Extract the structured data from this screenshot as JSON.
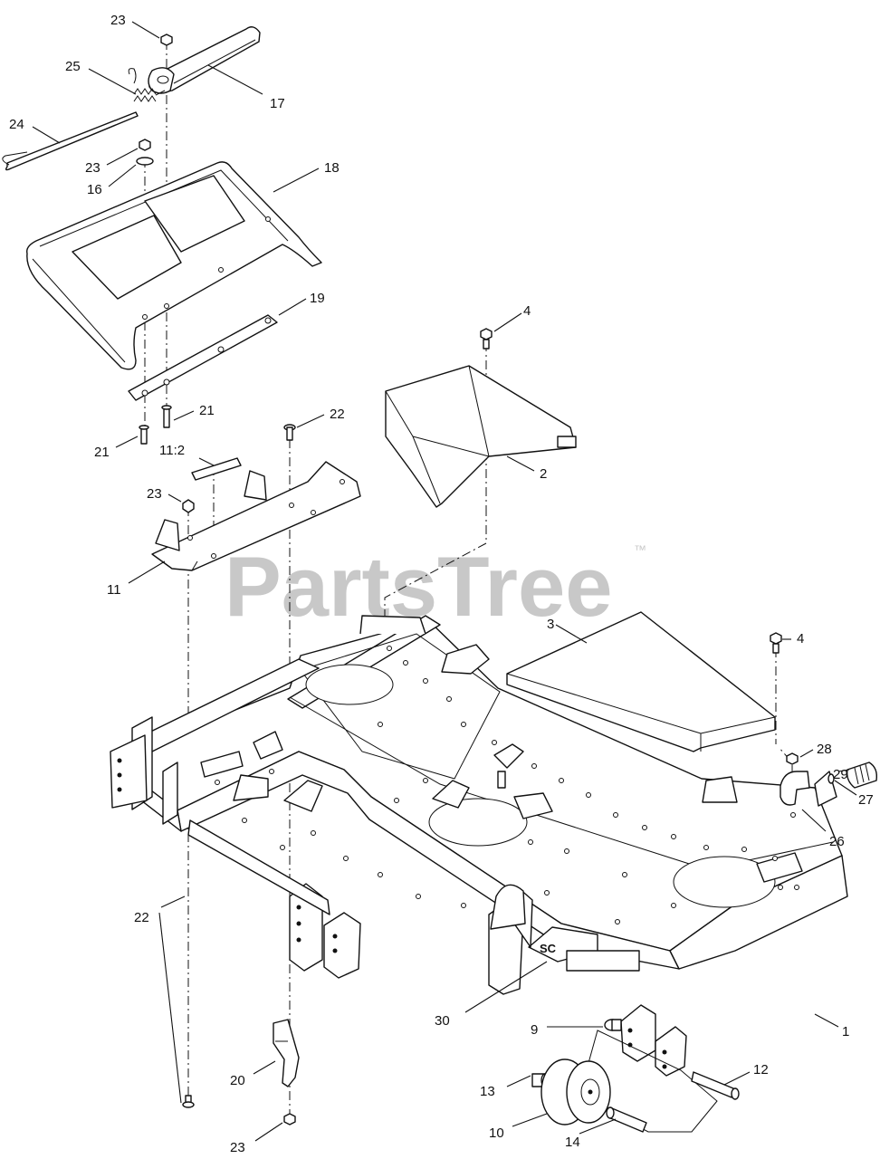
{
  "watermark": {
    "text": "PartsTree",
    "trademark": "™"
  },
  "callouts": [
    {
      "id": "c-23a",
      "label": "23"
    },
    {
      "id": "c-25",
      "label": "25"
    },
    {
      "id": "c-17",
      "label": "17"
    },
    {
      "id": "c-24",
      "label": "24"
    },
    {
      "id": "c-23b",
      "label": "23"
    },
    {
      "id": "c-16",
      "label": "16"
    },
    {
      "id": "c-18",
      "label": "18"
    },
    {
      "id": "c-19",
      "label": "19"
    },
    {
      "id": "c-4a",
      "label": "4"
    },
    {
      "id": "c-21a",
      "label": "21"
    },
    {
      "id": "c-21b",
      "label": "21"
    },
    {
      "id": "c-22a",
      "label": "22"
    },
    {
      "id": "c-11-2",
      "label": "11:2"
    },
    {
      "id": "c-2",
      "label": "2"
    },
    {
      "id": "c-23c",
      "label": "23"
    },
    {
      "id": "c-11",
      "label": "11"
    },
    {
      "id": "c-3",
      "label": "3"
    },
    {
      "id": "c-4b",
      "label": "4"
    },
    {
      "id": "c-28",
      "label": "28"
    },
    {
      "id": "c-29",
      "label": "29"
    },
    {
      "id": "c-27",
      "label": "27"
    },
    {
      "id": "c-26",
      "label": "26"
    },
    {
      "id": "c-22b",
      "label": "22"
    },
    {
      "id": "c-30",
      "label": "30"
    },
    {
      "id": "c-9",
      "label": "9"
    },
    {
      "id": "c-1",
      "label": "1"
    },
    {
      "id": "c-12",
      "label": "12"
    },
    {
      "id": "c-13",
      "label": "13"
    },
    {
      "id": "c-20",
      "label": "20"
    },
    {
      "id": "c-10",
      "label": "10"
    },
    {
      "id": "c-14",
      "label": "14"
    },
    {
      "id": "c-23d",
      "label": "23"
    }
  ]
}
